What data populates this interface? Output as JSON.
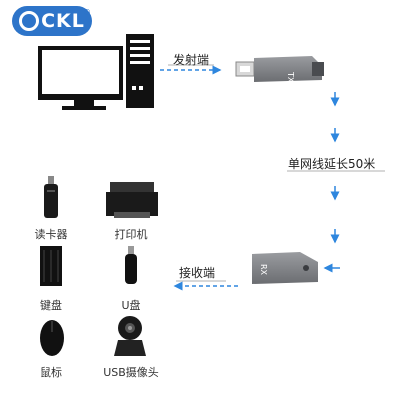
{
  "logo": {
    "text": "CKL",
    "mark": "®"
  },
  "labels": {
    "transmitter": "发射端",
    "extension": "单网线延长50米",
    "receiver": "接收端"
  },
  "transmitter_tag": "TX",
  "receiver_tag": "RX",
  "devices": [
    {
      "label": "读卡器",
      "icon": "card-reader-icon"
    },
    {
      "label": "打印机",
      "icon": "printer-icon"
    },
    {
      "label": "键盘",
      "icon": "keyboard-icon"
    },
    {
      "label": "U盘",
      "icon": "usb-drive-icon"
    },
    {
      "label": "鼠标",
      "icon": "mouse-icon"
    },
    {
      "label": "USB摄像头",
      "icon": "webcam-icon"
    }
  ],
  "colors": {
    "brand": "#2d74c9",
    "arrow": "#2e86de",
    "device": "#7d7f83"
  }
}
